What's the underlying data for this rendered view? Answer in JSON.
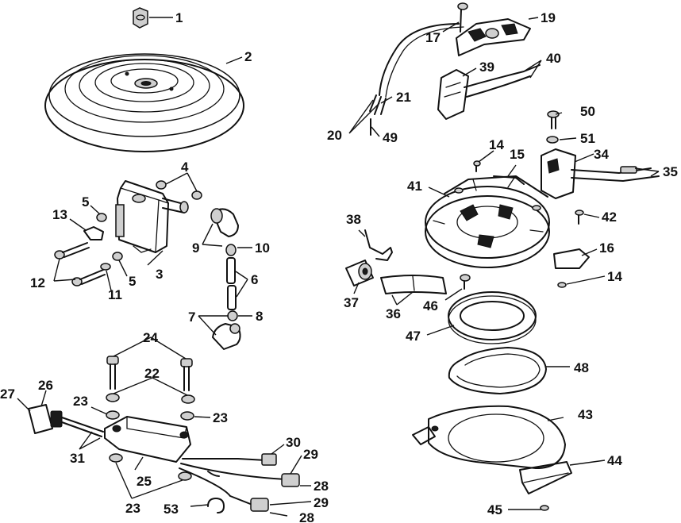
{
  "callouts": [
    {
      "id": "c1",
      "text": "1"
    },
    {
      "id": "c2",
      "text": "2"
    },
    {
      "id": "c3",
      "text": "3"
    },
    {
      "id": "c4",
      "text": "4"
    },
    {
      "id": "c5a",
      "text": "5"
    },
    {
      "id": "c5b",
      "text": "5"
    },
    {
      "id": "c6",
      "text": "6"
    },
    {
      "id": "c7",
      "text": "7"
    },
    {
      "id": "c8",
      "text": "8"
    },
    {
      "id": "c9",
      "text": "9"
    },
    {
      "id": "c10",
      "text": "10"
    },
    {
      "id": "c11",
      "text": "11"
    },
    {
      "id": "c12",
      "text": "12"
    },
    {
      "id": "c13",
      "text": "13"
    },
    {
      "id": "c14a",
      "text": "14"
    },
    {
      "id": "c14b",
      "text": "14"
    },
    {
      "id": "c15",
      "text": "15"
    },
    {
      "id": "c16",
      "text": "16"
    },
    {
      "id": "c17",
      "text": "17"
    },
    {
      "id": "c19",
      "text": "19"
    },
    {
      "id": "c20",
      "text": "20"
    },
    {
      "id": "c21",
      "text": "21"
    },
    {
      "id": "c22",
      "text": "22"
    },
    {
      "id": "c23a",
      "text": "23"
    },
    {
      "id": "c23b",
      "text": "23"
    },
    {
      "id": "c23c",
      "text": "23"
    },
    {
      "id": "c24",
      "text": "24"
    },
    {
      "id": "c25",
      "text": "25"
    },
    {
      "id": "c26",
      "text": "26"
    },
    {
      "id": "c27",
      "text": "27"
    },
    {
      "id": "c28a",
      "text": "28"
    },
    {
      "id": "c28b",
      "text": "28"
    },
    {
      "id": "c29a",
      "text": "29"
    },
    {
      "id": "c29b",
      "text": "29"
    },
    {
      "id": "c30",
      "text": "30"
    },
    {
      "id": "c31",
      "text": "31"
    },
    {
      "id": "c34",
      "text": "34"
    },
    {
      "id": "c35",
      "text": "35"
    },
    {
      "id": "c36",
      "text": "36"
    },
    {
      "id": "c37",
      "text": "37"
    },
    {
      "id": "c38",
      "text": "38"
    },
    {
      "id": "c39",
      "text": "39"
    },
    {
      "id": "c40",
      "text": "40"
    },
    {
      "id": "c41",
      "text": "41"
    },
    {
      "id": "c42",
      "text": "42"
    },
    {
      "id": "c43",
      "text": "43"
    },
    {
      "id": "c44",
      "text": "44"
    },
    {
      "id": "c45",
      "text": "45"
    },
    {
      "id": "c46",
      "text": "46"
    },
    {
      "id": "c47",
      "text": "47"
    },
    {
      "id": "c48",
      "text": "48"
    },
    {
      "id": "c49",
      "text": "49"
    },
    {
      "id": "c50",
      "text": "50"
    },
    {
      "id": "c51",
      "text": "51"
    },
    {
      "id": "c53",
      "text": "53"
    }
  ]
}
